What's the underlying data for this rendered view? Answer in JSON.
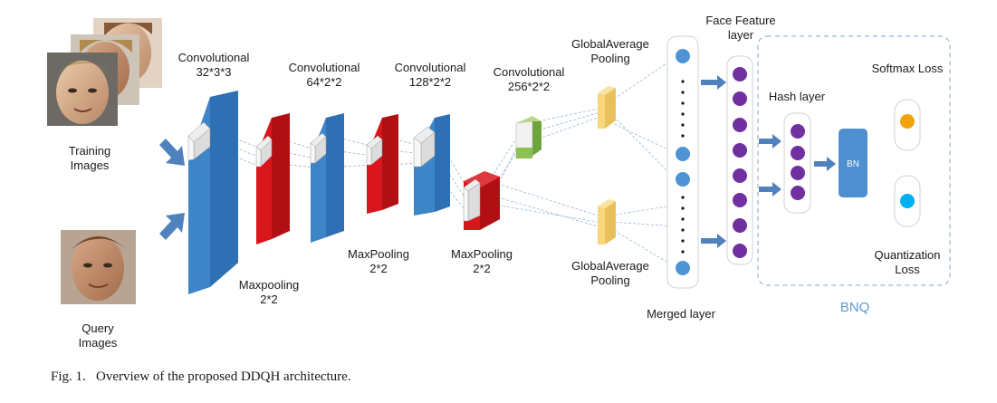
{
  "labels": {
    "conv1": [
      "Convolutional",
      "32*3*3"
    ],
    "conv2": [
      "Convolutional",
      "64*2*2"
    ],
    "conv3": [
      "Convolutional",
      "128*2*2"
    ],
    "conv4": [
      "Convolutional",
      "256*2*2"
    ],
    "gap_top": [
      "GlobalAverage",
      "Pooling"
    ],
    "gap_bottom": [
      "GlobalAverage",
      "Pooling"
    ],
    "maxpool1": [
      "Maxpooling",
      "2*2"
    ],
    "maxpool2": [
      "MaxPooling",
      "2*2"
    ],
    "maxpool3": [
      "MaxPooling",
      "2*2"
    ],
    "training": [
      "Training",
      "Images"
    ],
    "query": [
      "Query",
      "Images"
    ],
    "face_feature": [
      "Face Feature",
      "layer"
    ],
    "merged": "Merged layer",
    "hash": "Hash layer",
    "softmax": "Softmax Loss",
    "quantization": [
      "Quantization",
      "Loss"
    ],
    "bn": "BN",
    "bnq": "BNQ"
  },
  "caption": "Fig. 1.   Overview of the proposed DDQH architecture.",
  "colors": {
    "conv_blue": "#3d85c6",
    "pool_red": "#d9161c",
    "conv4_green": "#8cc153",
    "gap_yellow": "#f8d77a",
    "node_blue": "#4e94d4",
    "node_purple": "#7030a0",
    "arrow": "#4f81bd",
    "softmax_orange": "#f0a30a",
    "quant_cyan": "#00b0f0",
    "bnq_text": "#5b9bd5"
  }
}
